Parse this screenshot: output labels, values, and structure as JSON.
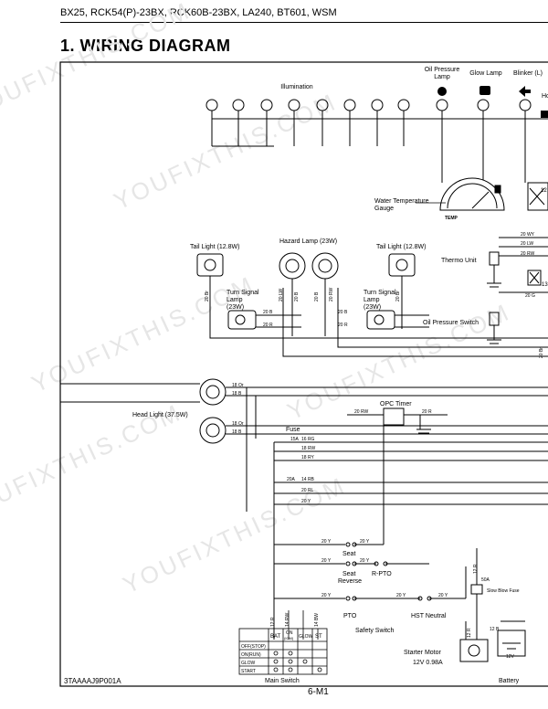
{
  "header": {
    "models": "BX25, RCK54(P)-23BX, RCK60B-23BX, LA240, BT601,  WSM",
    "title": "1. WIRING  DIAGRAM"
  },
  "labels": {
    "illumination": "Illumination",
    "oil_pressure_lamp_1": "Oil Pressure",
    "oil_pressure_lamp_2": "Lamp",
    "glow_lamp": "Glow Lamp",
    "blinker": "Blinker (L)",
    "ho_partial": "Ho",
    "water_temp_1": "Water Temperature",
    "water_temp_2": "Gauge",
    "temp": "TEMP",
    "tail_light_left": "Tail Light (12.8W)",
    "hazard_lamp": "Hazard Lamp (23W)",
    "tail_light_right": "Tail Light (12.8W)",
    "thermo_unit": "Thermo Unit",
    "turn_signal_1": "Turn Signal",
    "turn_signal_2": "Lamp",
    "turn_signal_3": "(23W)",
    "oil_pressure_switch": "Oil Pressure Switch",
    "head_light": "Head Light (37.5W)",
    "opc_timer": "OPC Timer",
    "fuse": "Fuse",
    "seat": "Seat",
    "seat_reverse_1": "Seat",
    "seat_reverse_2": "Reverse",
    "r_pto": "R-PTO",
    "pto": "PTO",
    "hst_neutral": "HST Neutral",
    "safety_switch": "Safety Switch",
    "slow_blow_fuse": "Slow Blow Fuse",
    "fuse_50a": "50A",
    "starter_motor": "Starter Motor",
    "starter_spec": "12V 0.98A",
    "battery": "Battery",
    "battery_v": "12V",
    "main_switch": "Main Switch",
    "ms_bat": "BAT",
    "ms_on1": "ON",
    "ms_on2": "(IGM)",
    "ms_glow": "GLOW",
    "ms_st": "ST",
    "ms_off": "OFF(STOP)",
    "ms_onrun": "ON(RUN)",
    "ms_glow_row": "GLOW",
    "ms_start": "START"
  },
  "wires": {
    "w_20wy": "20 WY",
    "w_20lw": "20 LW",
    "w_20rw": "20 RW",
    "w_20g": "20 G",
    "w_20b": "20 B",
    "w_20lw_v": "20 LW",
    "w_20br": "20 Br",
    "w_20rw_v": "20 RW",
    "w_18or": "18 Or",
    "w_18b": "18 B",
    "w_20rw_opc": "20 RW",
    "w_20r_opc": "20 R",
    "w_20r": "20 R",
    "f_15a": "15A",
    "f_16rg": "16 RG",
    "f_18rw": "18 RW",
    "f_18ry": "18 RY",
    "f_20a": "20A",
    "f_14rb": "14 RB",
    "f_20rl": "20 RL",
    "f_20y": "20 Y",
    "w_20y": "20 Y",
    "w_12r": "12 R",
    "w_14rw": "14 RW",
    "w_14bw": "14 BW",
    "w_12b": "12 B",
    "w_12r_bat": "12 R",
    "n12": "12",
    "n13": "13"
  },
  "footer": {
    "code": "3TAAAAJ9P001A",
    "page": "6-M1"
  },
  "watermark": "YOUFIXTHIS.COM"
}
